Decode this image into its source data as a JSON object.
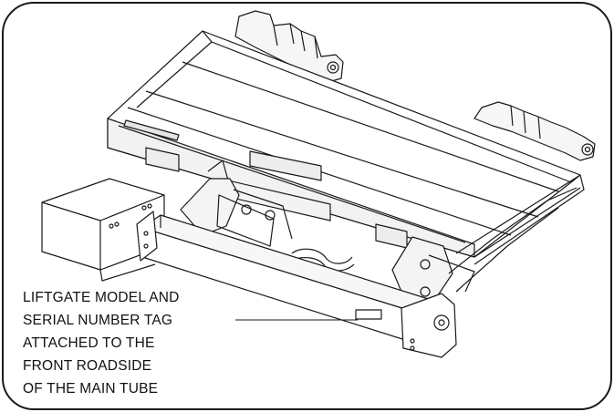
{
  "callout": {
    "lines": [
      "LIFTGATE MODEL AND",
      "SERIAL NUMBER TAG",
      "ATTACHED TO THE",
      "FRONT ROADSIDE",
      "OF THE MAIN TUBE"
    ]
  },
  "colors": {
    "line": "#1a1a1a",
    "background": "#ffffff"
  }
}
